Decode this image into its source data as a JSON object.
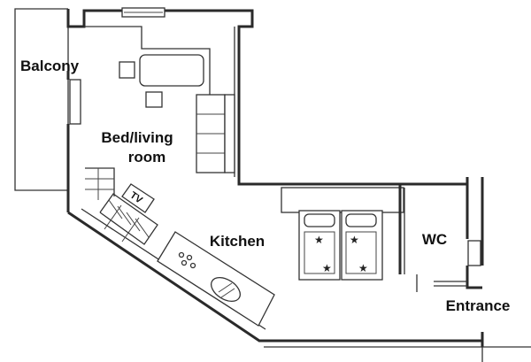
{
  "rooms": {
    "balcony": "Balcony",
    "bed_living_line1": "Bed/living",
    "bed_living_line2": "room",
    "kitchen": "Kitchen",
    "wc": "WC",
    "entrance": "Entrance"
  },
  "furniture": {
    "tv_label": "TV"
  }
}
